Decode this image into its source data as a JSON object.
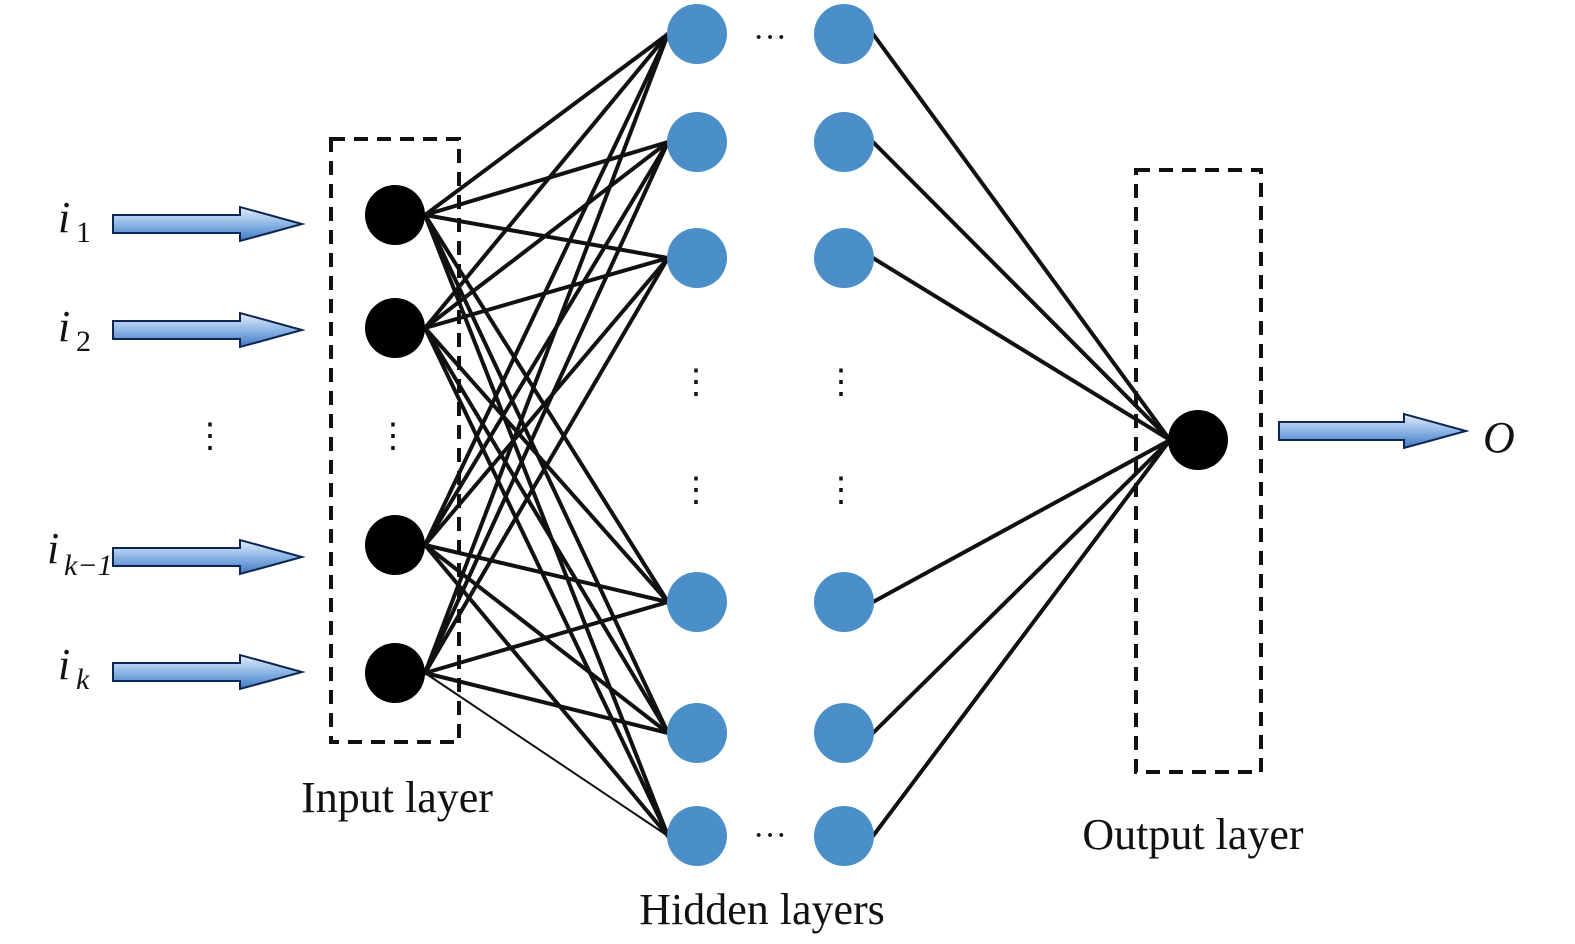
{
  "inputs": [
    {
      "symbol": "i",
      "subscript": "1"
    },
    {
      "symbol": "i",
      "subscript": "2"
    },
    {
      "symbol": "i",
      "subscript": "k−1"
    },
    {
      "symbol": "i",
      "subscript": "k"
    }
  ],
  "output_symbol": "O",
  "captions": {
    "input_layer": "Input layer",
    "hidden_layers": "Hidden layers",
    "output_layer": "Output layer"
  },
  "ellipsis_horizontal": "···",
  "ellipsis_vertical": "⋮",
  "colors": {
    "input_node": "#000000",
    "hidden_node": "#4a8fc8",
    "output_node": "#000000",
    "arrow_light": "#cfe2f6",
    "arrow_dark": "#3f78c0",
    "edge": "#111111"
  }
}
